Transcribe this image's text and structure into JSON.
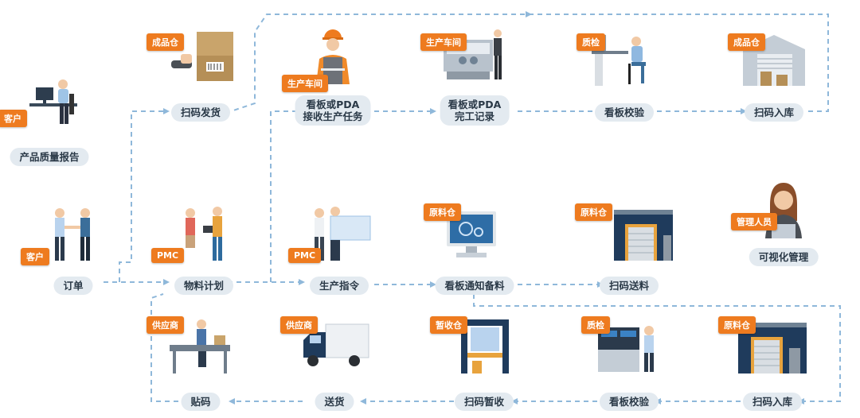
{
  "colors": {
    "accent": "#ee7b1f",
    "flow": "#8fb8da",
    "pill_bg": "#e3eaf0",
    "navy": "#1f3b5c",
    "steel": "#6f8294"
  },
  "nodes": {
    "customer_report": {
      "tag": "客户",
      "label": "产品质量报告",
      "icon": "desk-worker-icon"
    },
    "ship_scan": {
      "tag": "成品仓",
      "label": "扫码发货",
      "icon": "scan-boxes-icon"
    },
    "prod_task": {
      "tag": "生产车间",
      "label_l1": "看板或PDA",
      "label_l2": "接收生产任务",
      "icon": "hardhat-worker-icon"
    },
    "completion": {
      "tag": "生产车间",
      "label_l1": "看板或PDA",
      "label_l2": "完工记录",
      "icon": "machine-operator-icon"
    },
    "qc_top": {
      "tag": "质检",
      "label": "看板校验",
      "icon": "inspector-icon"
    },
    "warehouse_in_top": {
      "tag": "成品仓",
      "label": "扫码入库",
      "icon": "warehouse-icon"
    },
    "order": {
      "tag": "客户",
      "label": "订单",
      "icon": "handshake-icon"
    },
    "material_plan": {
      "tag": "PMC",
      "label": "物料计划",
      "icon": "planners-icon"
    },
    "prod_order": {
      "tag": "PMC",
      "label": "生产指令",
      "icon": "blueprint-icon"
    },
    "prep_notice": {
      "tag": "原料仓",
      "label": "看板通知备料",
      "icon": "monitor-icon"
    },
    "material_send": {
      "tag": "原料仓",
      "label": "扫码送料",
      "icon": "warehouse-icon"
    },
    "visual_mgmt": {
      "tag": "管理人员",
      "label": "可视化管理",
      "icon": "manager-icon"
    },
    "labeling": {
      "tag": "供应商",
      "label": "贴码",
      "icon": "assembly-line-icon"
    },
    "delivery": {
      "tag": "供应商",
      "label": "送货",
      "icon": "truck-icon"
    },
    "temp_receive": {
      "tag": "暂收仓",
      "label": "扫码暂收",
      "icon": "rack-icon"
    },
    "qc_bottom": {
      "tag": "质检",
      "label": "看板校验",
      "icon": "inspector-icon"
    },
    "warehouse_in_bottom": {
      "tag": "原料仓",
      "label": "扫码入库",
      "icon": "warehouse-icon"
    }
  }
}
